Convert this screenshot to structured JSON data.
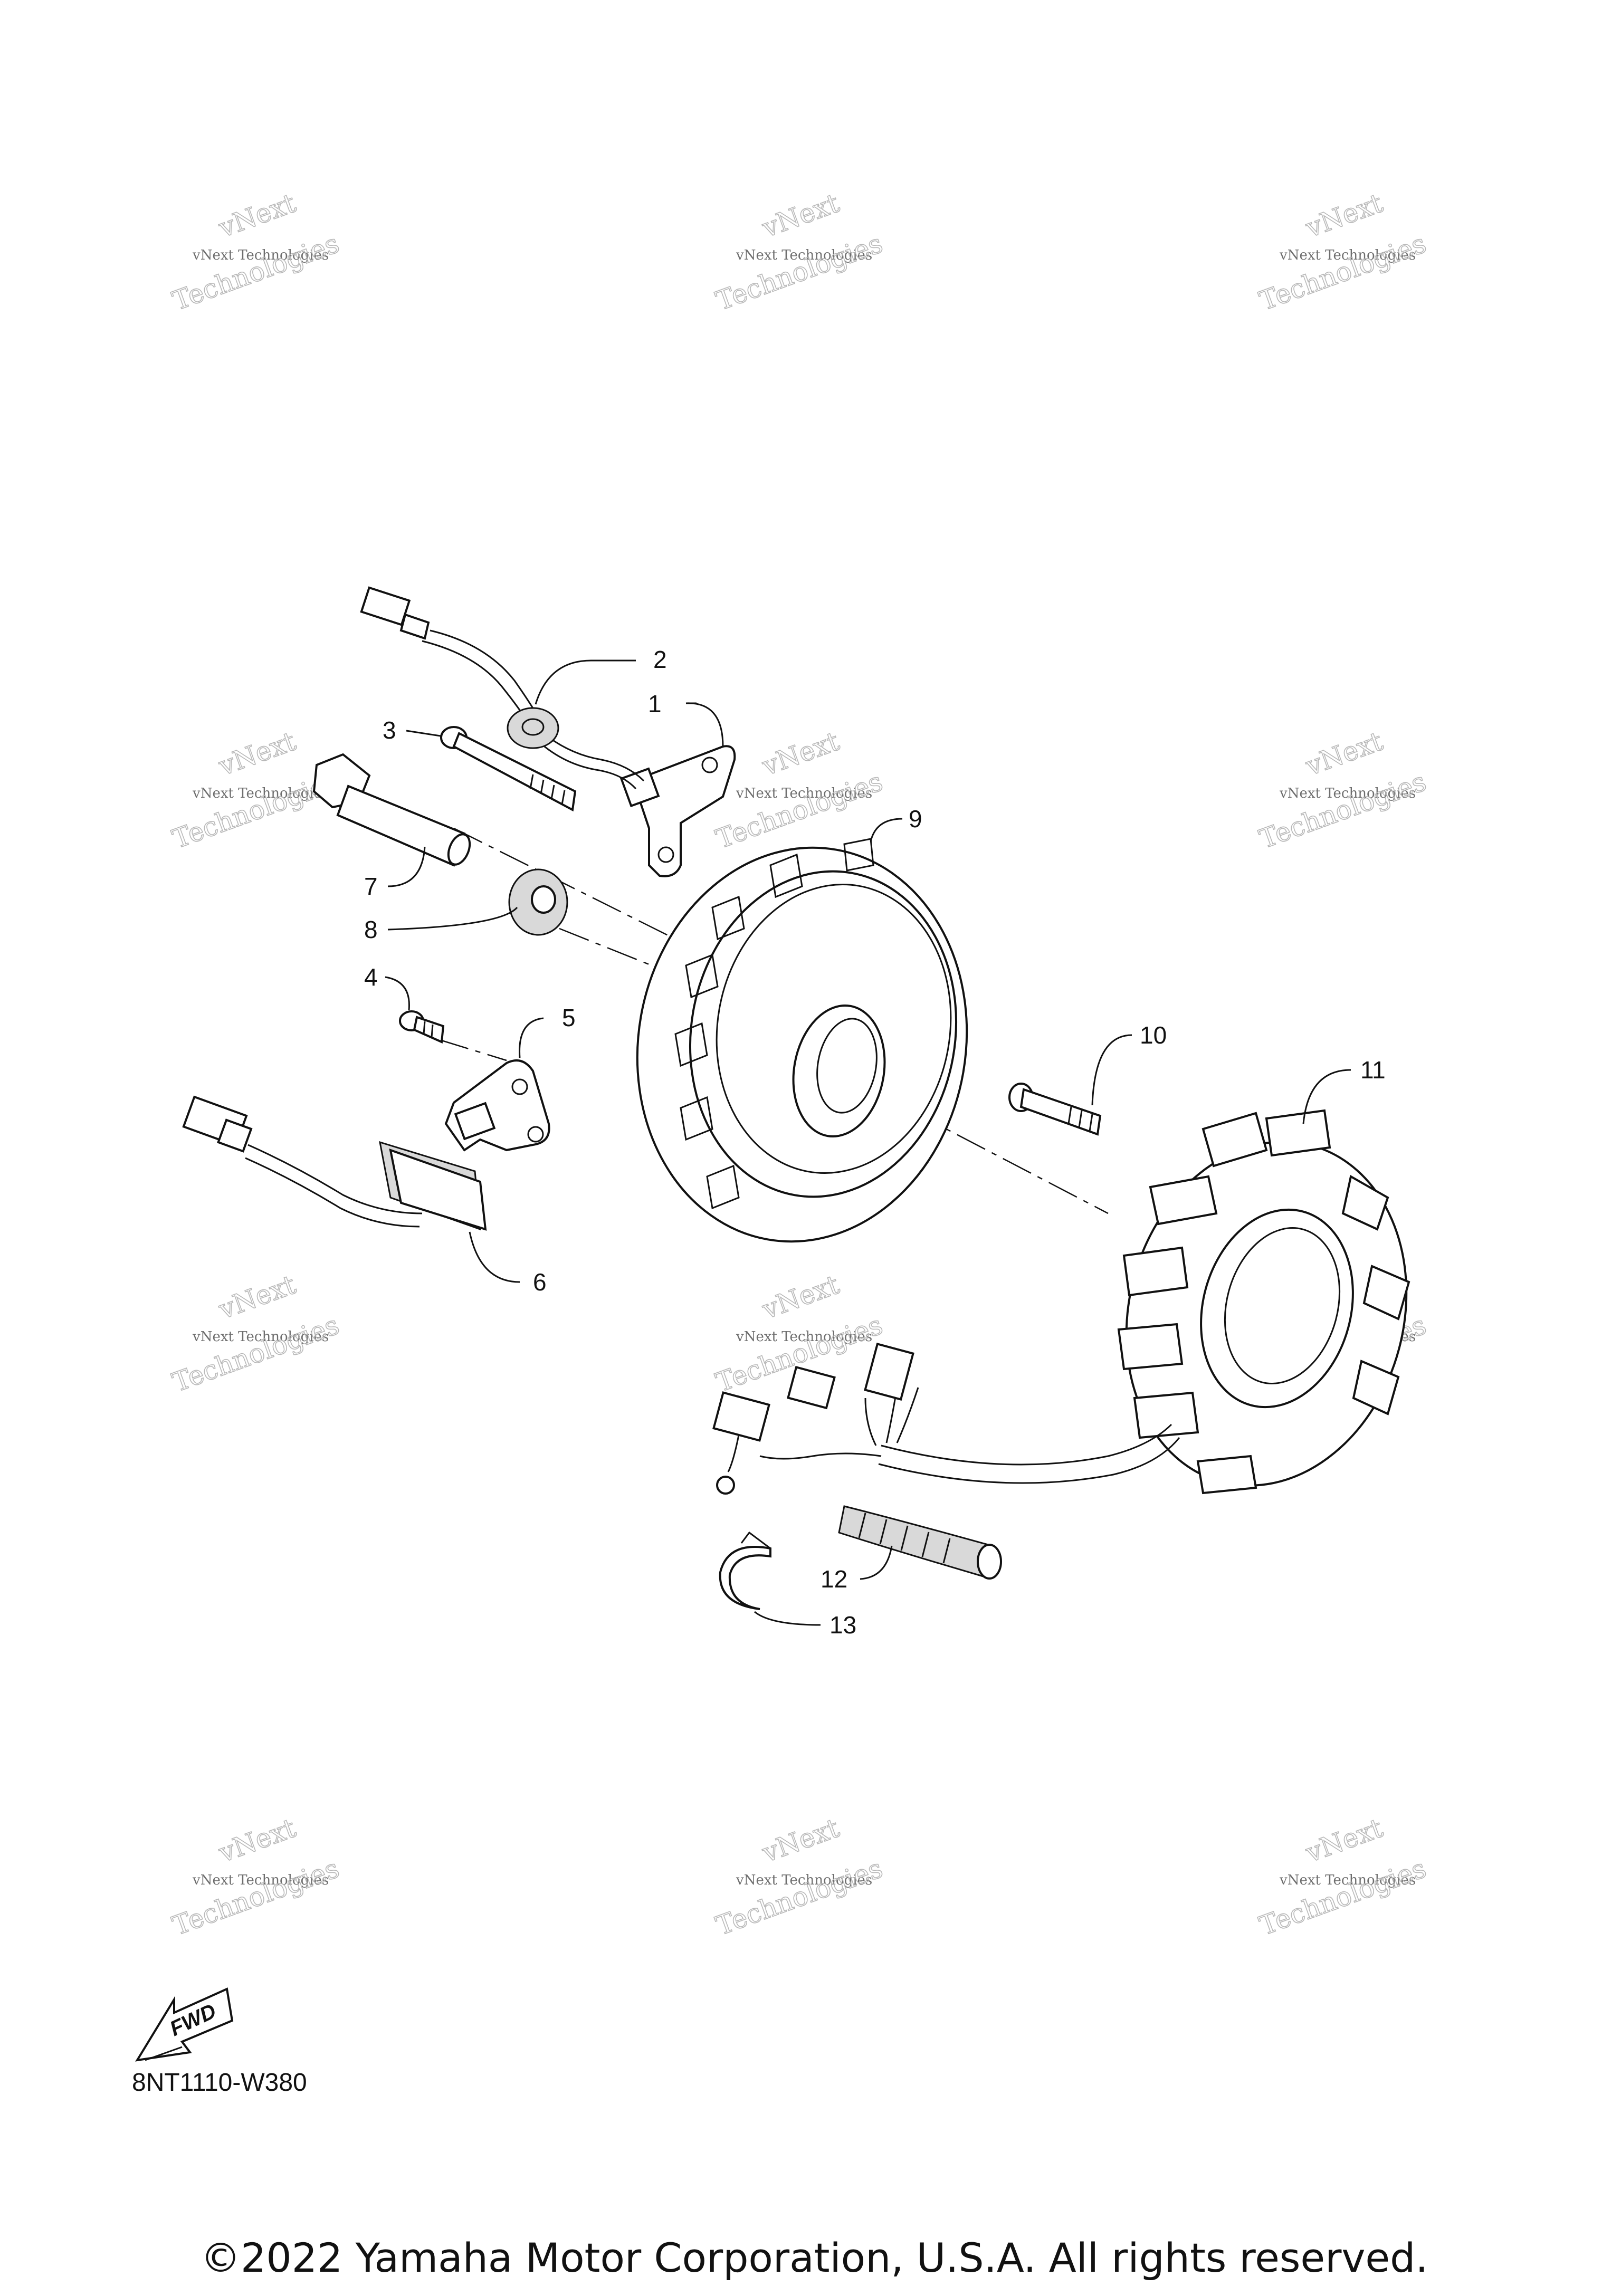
{
  "diagram": {
    "callouts": [
      "1",
      "2",
      "3",
      "4",
      "5",
      "6",
      "7",
      "8",
      "9",
      "10",
      "11",
      "12",
      "13"
    ],
    "fwd_label": "FWD",
    "code": "8NT1110-W380",
    "copyright": "©2022 Yamaha Motor Corporation, U.S.A. All rights reserved."
  },
  "watermark": {
    "line1": "vNext",
    "line2": "Technologies",
    "small": "vNext Technologies"
  },
  "icons": {
    "fwd": "fwd-arrow-icon"
  }
}
